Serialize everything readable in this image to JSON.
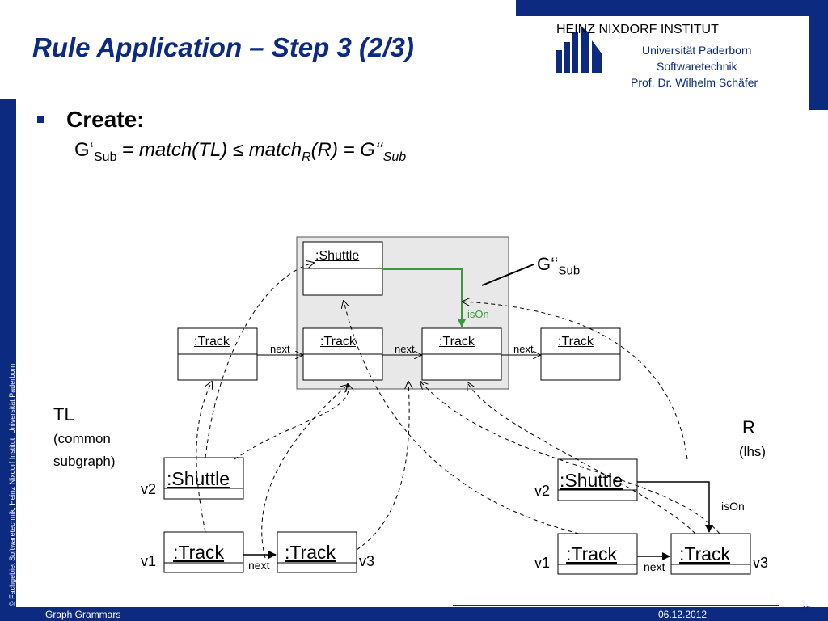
{
  "slide": {
    "title": "Rule Application – Step 3 (2/3)",
    "footer_topic": "Graph Grammars",
    "footer_date": "06.12.2012",
    "page_number": "45",
    "side_copyright": "© Fachgebiet Softwaretechnik, Heinz Nixdorf Institut, Universität Paderborn"
  },
  "logo": {
    "institute": "HEINZ NIXDORF INSTITUT",
    "line1": "Universität Paderborn",
    "line2": "Softwaretechnik",
    "line3": "Prof. Dr. Wilhelm Schäfer"
  },
  "content": {
    "bullet": "Create:",
    "formula": {
      "g_prime": "G‘",
      "sub1": "Sub",
      "eq": " = ",
      "match_tl": "match(TL)",
      "op": " ≤ ",
      "match": "match",
      "sub_r": "R",
      "r_part": "(R) = G‘‘",
      "sub2": "Sub"
    }
  },
  "diagram": {
    "colors": {
      "isOn_green": "#3a9a3a",
      "box_fill": "#e8e8e8",
      "brand": "#0b2a80"
    },
    "gsub": {
      "label": "G‘‘",
      "sub": "Sub"
    },
    "top_nodes": [
      {
        "id": "shuttle",
        "label": ":Shuttle"
      },
      {
        "id": "t1",
        "label": ":Track"
      },
      {
        "id": "t2",
        "label": ":Track"
      },
      {
        "id": "t3",
        "label": ":Track"
      },
      {
        "id": "t4",
        "label": ":Track"
      }
    ],
    "top_edges": [
      "next",
      "next",
      "next"
    ],
    "top_isOn": "isOn",
    "tl": {
      "label": "TL",
      "desc1": "(common",
      "desc2": "subgraph)",
      "shuttle": ":Shuttle",
      "track1": ":Track",
      "track2": ":Track",
      "next": "next",
      "v1": "v1",
      "v2": "v2",
      "v3": "v3"
    },
    "r": {
      "label": "R",
      "desc": "(lhs)",
      "shuttle": ":Shuttle",
      "track1": ":Track",
      "track2": ":Track",
      "next": "next",
      "isOn": "isOn",
      "v1": "v1",
      "v2": "v2",
      "v3": "v3"
    }
  }
}
